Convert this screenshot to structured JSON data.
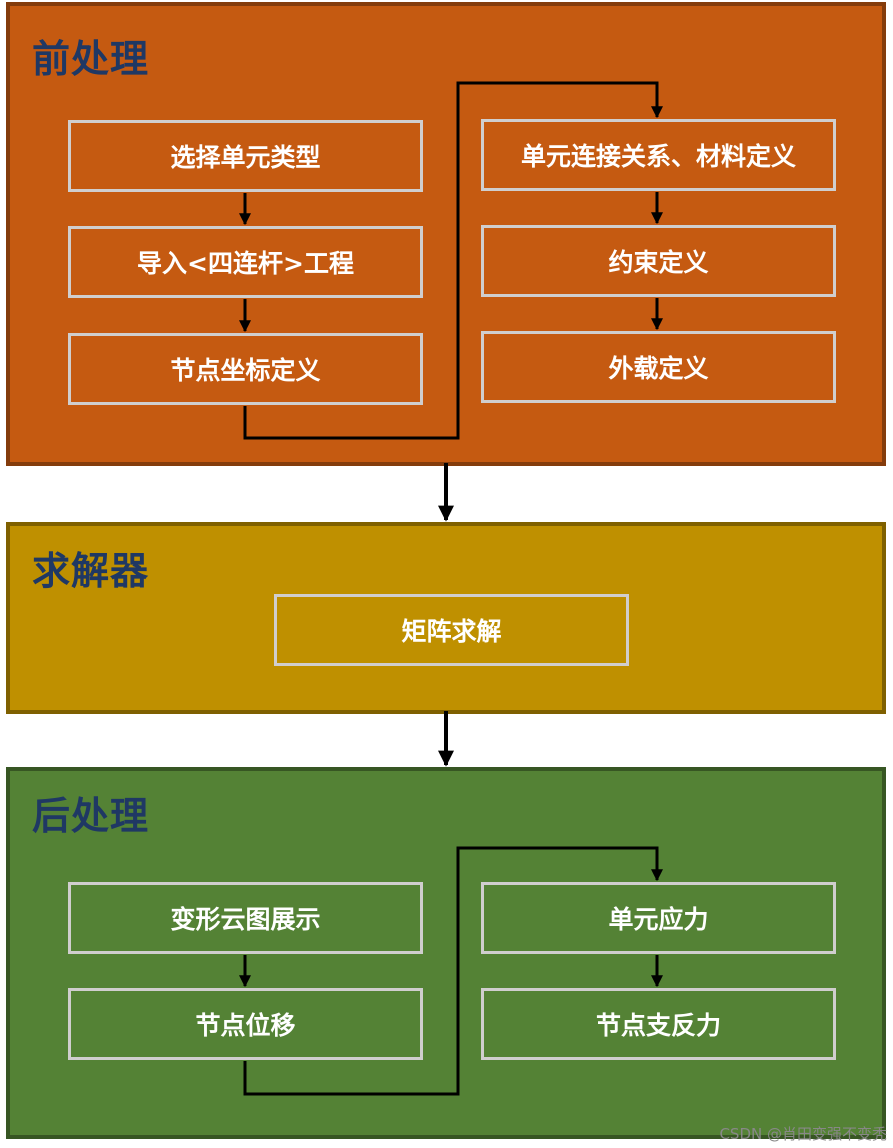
{
  "sections": {
    "preprocessing": {
      "title": "前处理",
      "steps_left": [
        "选择单元类型",
        "导入<四连杆>工程",
        "节点坐标定义"
      ],
      "steps_right": [
        "单元连接关系、材料定义",
        "约束定义",
        "外载定义"
      ]
    },
    "solver": {
      "title": "求解器",
      "steps": [
        "矩阵求解"
      ]
    },
    "postprocessing": {
      "title": "后处理",
      "steps_left": [
        "变形云图展示",
        "节点位移"
      ],
      "steps_right": [
        "单元应力",
        "节点支反力"
      ]
    }
  },
  "colors": {
    "preprocessing_fill": "#c55a11",
    "solver_fill": "#bf9000",
    "postprocessing_fill": "#548235",
    "title_text": "#1f3864",
    "box_border": "#d0cece"
  },
  "watermark": "CSDN @肖田变强不变秃"
}
